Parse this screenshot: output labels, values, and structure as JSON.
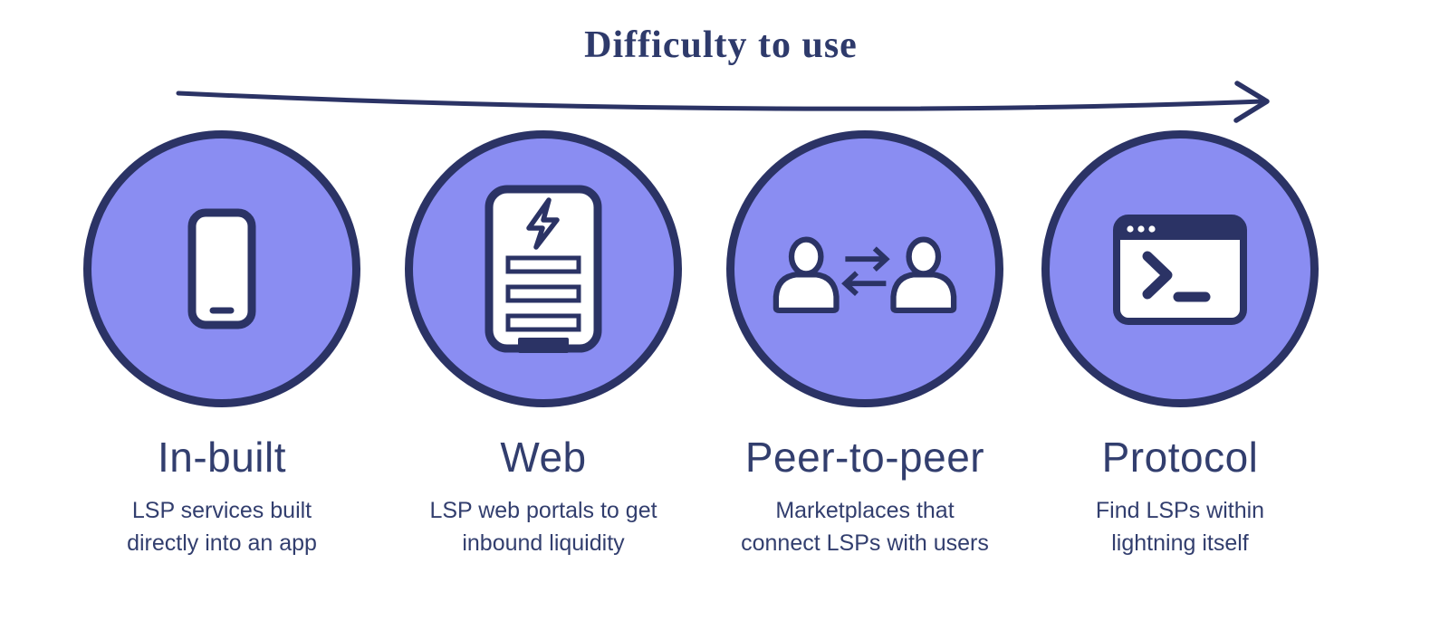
{
  "header": {
    "title": "Difficulty to use"
  },
  "colors": {
    "circle_fill": "#8a8df2",
    "outline_navy": "#2b3365",
    "text_navy": "#323e6e"
  },
  "items": [
    {
      "title": "In-built",
      "icon": "phone-icon",
      "desc_line1": "LSP services built",
      "desc_line2": "directly into an app"
    },
    {
      "title": "Web",
      "icon": "lightning-form-icon",
      "desc_line1": "LSP web portals to get",
      "desc_line2": "inbound liquidity"
    },
    {
      "title": "Peer-to-peer",
      "icon": "peer-exchange-icon",
      "desc_line1": "Marketplaces that",
      "desc_line2": "connect LSPs with users"
    },
    {
      "title": "Protocol",
      "icon": "terminal-icon",
      "desc_line1": "Find LSPs within",
      "desc_line2": "lightning itself"
    }
  ]
}
